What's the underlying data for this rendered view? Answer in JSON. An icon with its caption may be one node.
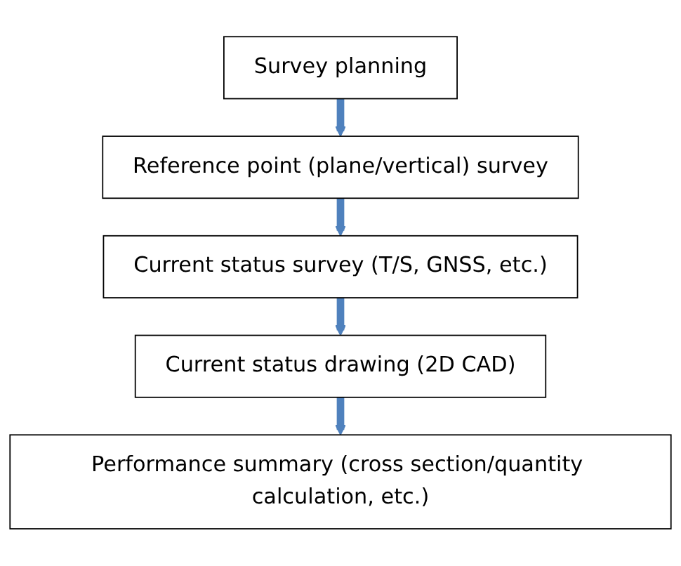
{
  "diagram": {
    "nodes": [
      {
        "text": [
          "Survey planning"
        ]
      },
      {
        "text": [
          "Reference point (plane/vertical) survey"
        ]
      },
      {
        "text": [
          "Current status survey (T/S, GNSS, etc.)"
        ]
      },
      {
        "text": [
          "Current status drawing (2D CAD)"
        ]
      },
      {
        "text": [
          "Performance summary (cross section/quantity calculation, etc.)"
        ]
      }
    ],
    "edges": [
      {
        "from": 0,
        "to": 1,
        "arrow": "to"
      },
      {
        "from": 1,
        "to": 2,
        "arrow": "to"
      },
      {
        "from": 2,
        "to": 3,
        "arrow": "to"
      },
      {
        "from": 3,
        "to": 4,
        "arrow": "to"
      }
    ]
  }
}
